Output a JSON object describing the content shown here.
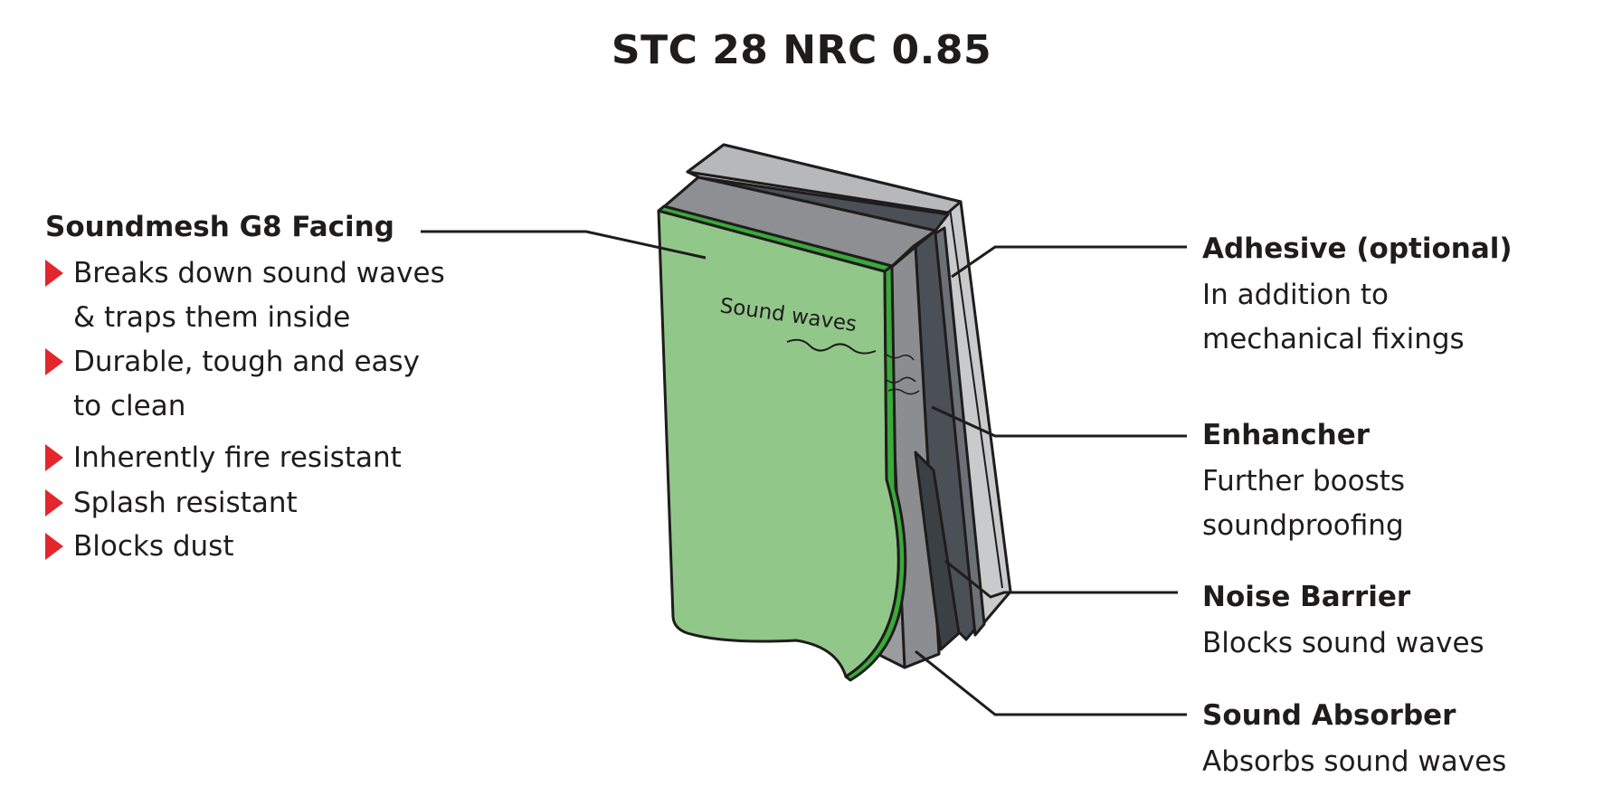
{
  "title": "STC 28 NRC 0.85",
  "diagram_label": "Sound waves",
  "facing": {
    "heading": "Soundmesh G8 Facing",
    "bullets": [
      {
        "lines": [
          "Breaks down sound waves",
          "& traps them inside"
        ]
      },
      {
        "lines": [
          "Durable, tough and easy",
          "to clean"
        ]
      },
      {
        "lines": [
          "Inherently fire resistant"
        ]
      },
      {
        "lines": [
          "Splash resistant"
        ]
      },
      {
        "lines": [
          "Blocks dust"
        ]
      }
    ],
    "bullet_color": "#e3262e"
  },
  "layers": [
    {
      "heading": "Adhesive (optional)",
      "description": [
        "In addition to",
        "mechanical fixings"
      ]
    },
    {
      "heading": "Enhancher",
      "description": [
        "Further boosts",
        "soundproofing"
      ]
    },
    {
      "heading": "Noise Barrier",
      "description": [
        "Blocks sound waves"
      ]
    },
    {
      "heading": "Sound Absorber",
      "description": [
        "Absorbs sound waves"
      ]
    }
  ],
  "colors": {
    "facing_green": "#92c78a",
    "facing_edge_green": "#3aaa3a",
    "absorber_gray": "#9b9ca0",
    "barrier_dark": "#4a5056",
    "adhesive_light": "#c9cacc",
    "text": "#1f1c1c"
  }
}
